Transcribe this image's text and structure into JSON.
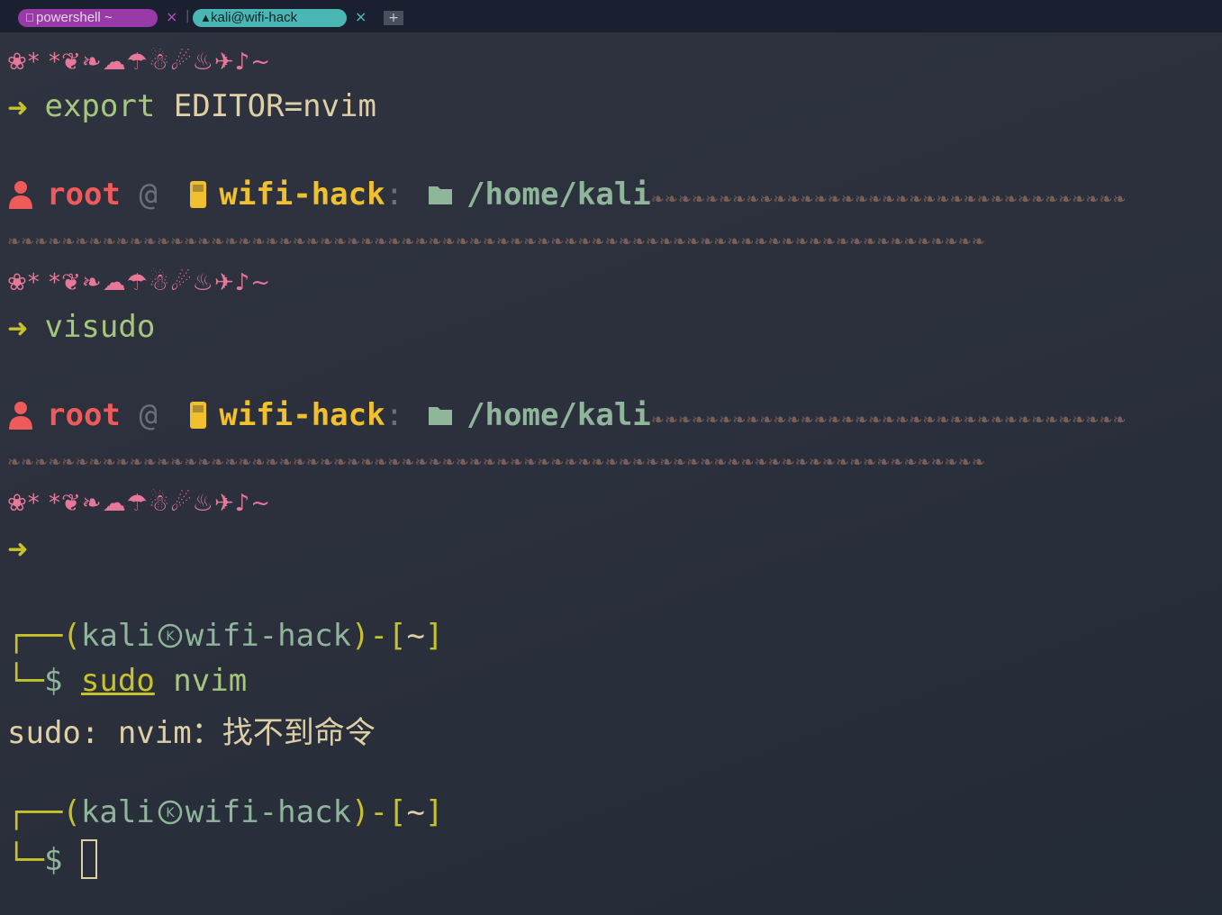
{
  "tabs": [
    {
      "label": "powershell ~",
      "icon": "apple-icon",
      "close": "×",
      "color": "#9a39a8"
    },
    {
      "label": "kali@wifi-hack",
      "icon": "linux-icon",
      "close": "×",
      "color": "#4bb7b5"
    }
  ],
  "new_tab_label": "+",
  "decoration": "❀* *❦❧☁☂☃☄♨✈♪~",
  "prompt_arrow": "➜",
  "commands": {
    "first": {
      "cmd": "export",
      "args": "EDITOR=nvim"
    },
    "second": {
      "cmd": "visudo",
      "args": ""
    }
  },
  "status": {
    "user": "root",
    "at": "@",
    "host": "wifi-hack",
    "colon": ":",
    "path": "/home/kali",
    "vine_short": "❧❧❧❧❧❧❧❧❧❧❧❧❧❧❧❧❧❧❧❧❧❧❧❧❧❧❧❧❧❧❧❧❧❧❧",
    "vine_long": "❧❧❧❧❧❧❧❧❧❧❧❧❧❧❧❧❧❧❧❧❧❧❧❧❧❧❧❧❧❧❧❧❧❧❧❧❧❧❧❧❧❧❧❧❧❧❧❧❧❧❧❧❧❧❧❧❧❧❧❧❧❧❧❧❧❧❧❧❧❧❧❧"
  },
  "kali_prompt": {
    "top_left": "┌──(",
    "user": "kali",
    "host": "wifi-hack",
    "mid": ")-[",
    "dir": "~",
    "end": "]",
    "bottom_left": "└─",
    "dollar": "$"
  },
  "sudo_command": {
    "cmd": "sudo",
    "args": "nvim"
  },
  "error_output": "sudo: nvim：找不到命令",
  "colors": {
    "background": "#2b2f3a",
    "accent_pink": "#e8789a",
    "arrow_yellow": "#c8c22a",
    "command_green": "#a5c77d",
    "user_red": "#ef5a5a",
    "host_yellow": "#f0c02e",
    "path_teal": "#8fb59b"
  }
}
